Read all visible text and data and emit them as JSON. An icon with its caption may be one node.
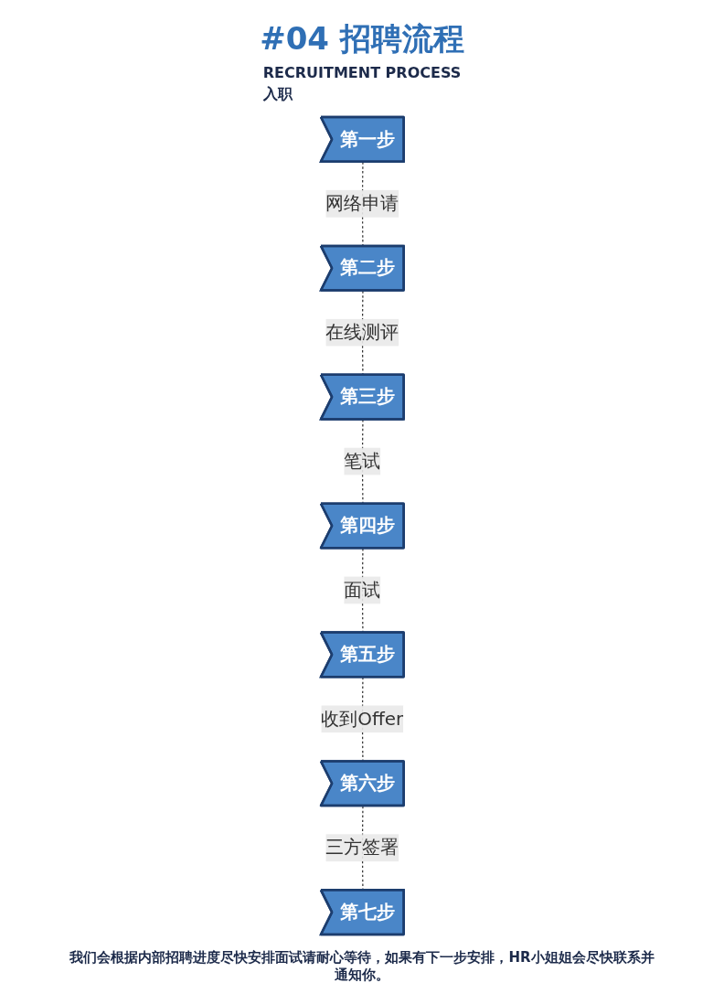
{
  "diagram": {
    "title": "#04 招聘流程",
    "caption": "我们会根据内部招聘进度尽快安排面试请耐心等待，如果有下一步安排，HR小姐姐会尽快联系并通知你。",
    "nodes": [
      {
        "text": [
          "第一步"
        ]
      },
      {
        "text": [
          "第二步"
        ]
      },
      {
        "text": [
          "第三步"
        ]
      },
      {
        "text": [
          "第四步"
        ]
      },
      {
        "text": [
          "第五步"
        ]
      },
      {
        "text": [
          "第六步"
        ]
      },
      {
        "text": [
          "第七步"
        ]
      }
    ],
    "edges": [
      {
        "from": 0,
        "to": 1,
        "arrow": "none",
        "label": "网络申请",
        "style": "dashed"
      },
      {
        "from": 1,
        "to": 2,
        "arrow": "none",
        "label": "在线测评",
        "style": "dashed"
      },
      {
        "from": 2,
        "to": 3,
        "arrow": "none",
        "label": "笔试",
        "style": "dashed"
      },
      {
        "from": 3,
        "to": 4,
        "arrow": "none",
        "label": "面试",
        "style": "dashed"
      },
      {
        "from": 4,
        "to": 5,
        "arrow": "none",
        "label": "收到Offer",
        "style": "dashed"
      },
      {
        "from": 5,
        "to": 6,
        "arrow": "none",
        "label": "三方签署",
        "style": "dashed"
      }
    ],
    "labels": [
      "RECRUITMENT PROCESS",
      "入职"
    ]
  }
}
